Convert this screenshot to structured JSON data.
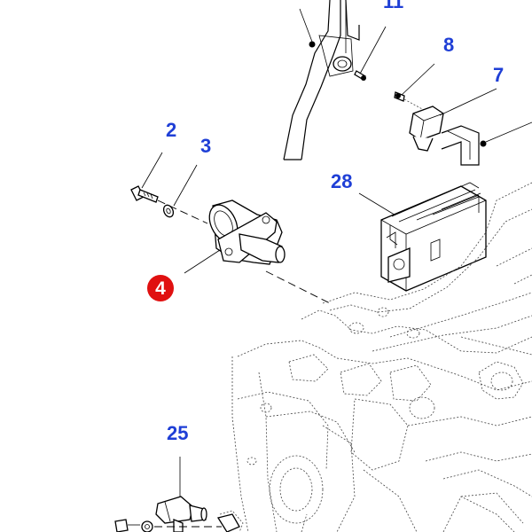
{
  "diagram": {
    "callouts": [
      {
        "key": "c11",
        "text": "11"
      },
      {
        "key": "c8",
        "text": "8"
      },
      {
        "key": "c7",
        "text": "7"
      },
      {
        "key": "c2",
        "text": "2"
      },
      {
        "key": "c3",
        "text": "3"
      },
      {
        "key": "c28",
        "text": "28"
      },
      {
        "key": "c4",
        "text": "4"
      },
      {
        "key": "c25",
        "text": "25"
      }
    ],
    "colors": {
      "callout_blue": "#1f3fd6",
      "callout_highlight": "#e01010",
      "line": "#000000"
    }
  }
}
